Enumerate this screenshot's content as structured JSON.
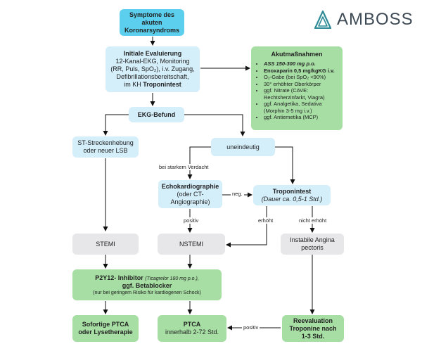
{
  "brand": {
    "name": "AMBOSS",
    "color": "#2f8c97"
  },
  "colors": {
    "cyan": "#5ccfee",
    "light_blue": "#d4eefa",
    "grey": "#e7e7e9",
    "green": "#a6dea3",
    "arrow": "#111111"
  },
  "nodes": {
    "symptome": {
      "text": "Symptome des akuten Koronarsyndroms"
    },
    "evaluierung": {
      "title": "Initiale Evaluierung",
      "line1": "12-Kanal-EKG, Monitoring",
      "line2": "(RR, Puls, SpO₂), i.v. Zugang,",
      "line3": "Defibrillationsbereitschaft,",
      "line4_prefix": "im KH",
      "line4_bold": "Troponintest"
    },
    "akut": {
      "title": "Akutmaßnahmen",
      "items": [
        "ASS 150-300 mg p.o.",
        "Enoxaparin 0,5 mg/kgKG i.v.",
        "O₂-Gabe (bei SpO₂ <90%)",
        "30° erhöhter Oberkörper",
        "ggf. Nitrate (CAVE: Rechtsherzinfarkt, Viagra)",
        "ggf. Analgetika, Sedativa (Morphin 3-5 mg i.v.)",
        "ggf. Antiemetika (MCP)"
      ]
    },
    "ekg": {
      "text": "EKG-Befund"
    },
    "st": {
      "line1": "ST-Streckenhebung",
      "line2": "oder neuer LSB"
    },
    "uneindeutig": {
      "text": "uneindeutig"
    },
    "echo": {
      "title": "Echokardiographie",
      "sub": "(oder CT-Angiographie)"
    },
    "tropo": {
      "title": "Troponintest",
      "sub": "(Dauer ca. 0,5-1 Std.)"
    },
    "stemi": {
      "text": "STEMI"
    },
    "nstemi": {
      "text": "NSTEMI"
    },
    "instabil": {
      "line1": "Instabile Angina",
      "line2": "pectoris"
    },
    "p2y12": {
      "title": "P2Y12- Inhibitor",
      "title_note": "(Ticagrelor 180 mg p.o.),",
      "line2": "ggf. Betablocker",
      "note": "(nur bei geringem Risiko für kardiogenen Schock)"
    },
    "sofortige": {
      "line1": "Sofortige PTCA",
      "line2": "oder Lysetherapie"
    },
    "ptca": {
      "title": "PTCA",
      "sub": "innerhalb 2-72 Std."
    },
    "reeval": {
      "line1": "Reevaluation",
      "line2": "Troponine nach",
      "line3": "1-3 Std."
    }
  },
  "edge_labels": {
    "verdacht": "bei starkem Verdacht",
    "neg": "neg.",
    "positiv_echo": "positiv",
    "erhoeht": "erhöht",
    "nicht_erhoeht": "nicht erhöht",
    "positiv_reeval": "positiv"
  }
}
